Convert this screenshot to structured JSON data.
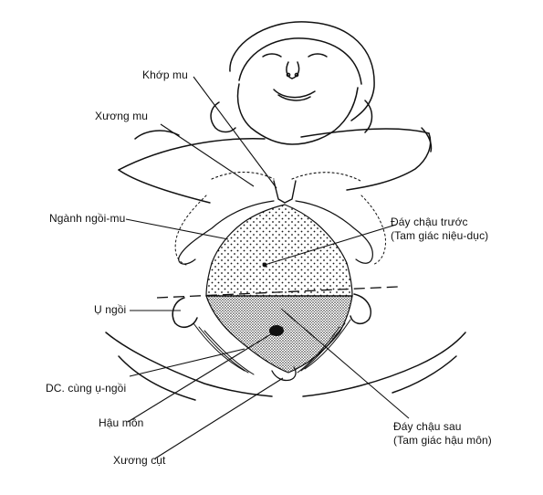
{
  "labels": {
    "khop_mu": "Khớp mu",
    "xuong_mu": "Xương mu",
    "nganh_ngoi_mu": "Ngành ngồi-mu",
    "u_ngoi": "Ụ ngồi",
    "dc_cung_u_ngoi": "DC. cùng ụ-ngồi",
    "hau_mon": "Hậu môn",
    "xuong_cut": "Xương cụt",
    "day_chau_truoc": "Đáy chậu trước",
    "tam_giac_nieu_duc": "(Tam giác niệu-dục)",
    "day_chau_sau": "Đáy chậu sau",
    "tam_giac_hau_mon": "(Tam giác hậu môn)"
  },
  "colors": {
    "ink": "#111111",
    "paper": "#ffffff"
  }
}
